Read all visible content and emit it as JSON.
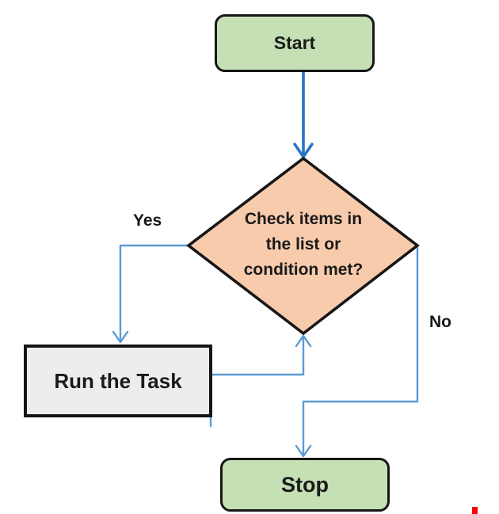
{
  "nodes": {
    "start": {
      "label": "Start",
      "type": "terminator"
    },
    "decision": {
      "label": "Check items in the list or condition met?",
      "lines": [
        "Check items in",
        "the list or",
        "condition met?"
      ],
      "type": "decision"
    },
    "task": {
      "label": "Run the Task",
      "type": "process"
    },
    "stop": {
      "label": "Stop",
      "type": "terminator"
    }
  },
  "edges": {
    "yes_label": "Yes",
    "no_label": "No"
  },
  "colors": {
    "terminator_fill": "#c5e0b4",
    "decision_fill": "#f8cbad",
    "process_fill": "#ededed",
    "shape_border": "#161616",
    "arrow_primary": "#2874c8",
    "arrow_secondary": "#5b9bd5",
    "cursor_red": "#fb0006"
  }
}
